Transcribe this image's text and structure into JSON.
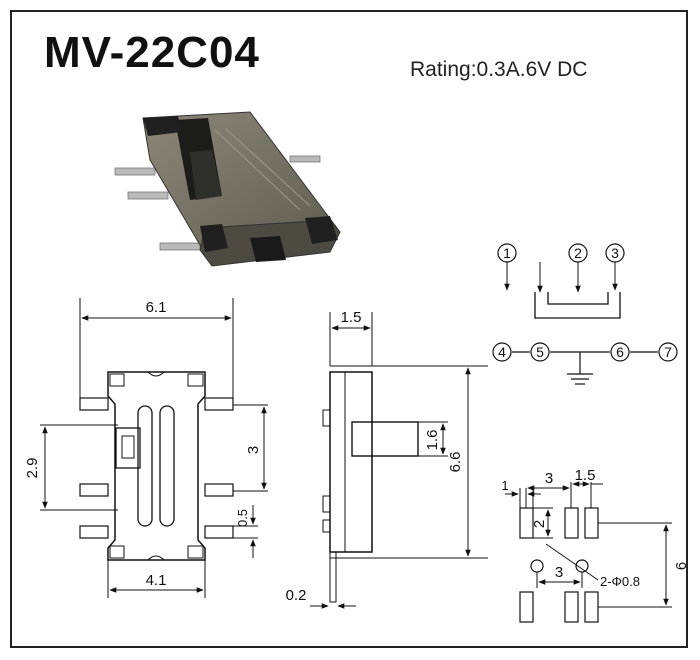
{
  "header": {
    "model": "MV-22C04",
    "rating": "Rating:0.3A.6V DC"
  },
  "top_view": {
    "overall_width": "6.1",
    "pin_pitch": "2.9",
    "pin_span": "3",
    "pin_width": "0.5",
    "body_width": "4.1"
  },
  "side_view": {
    "offset": "1.5",
    "actuator_height": "1.6",
    "body_height": "6.6",
    "lead_thickness": "0.2"
  },
  "schematic": {
    "pins_top": [
      "1",
      "2",
      "3"
    ],
    "pins_bottom": [
      "4",
      "5",
      "6",
      "7"
    ]
  },
  "footprint": {
    "pad_offset": "1",
    "pad_pitch": "3",
    "pad_width": "1.5",
    "pad_height": "2",
    "hole_spacing": "3",
    "hole_spec": "2-Φ0.8",
    "overall_height": "6"
  }
}
